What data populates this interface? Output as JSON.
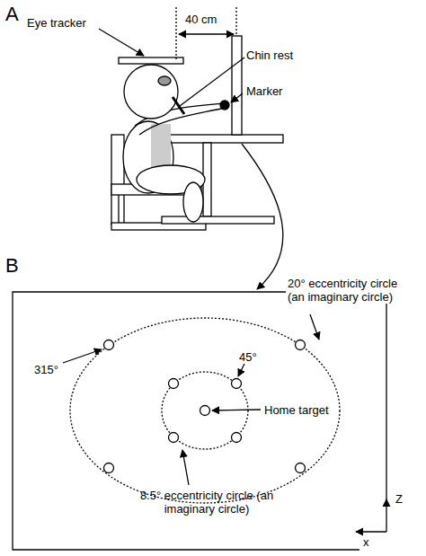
{
  "diagram": {
    "labels": [
      "A",
      "Eye tracker",
      "40 cm",
      "Chin rest",
      "Marker",
      "B",
      "20° eccentricity circle (an imaginary circle)",
      "315°",
      "45°",
      "Home target",
      "8.5° eccentricity circle (an imaginary circle)",
      "Z",
      "x"
    ]
  }
}
